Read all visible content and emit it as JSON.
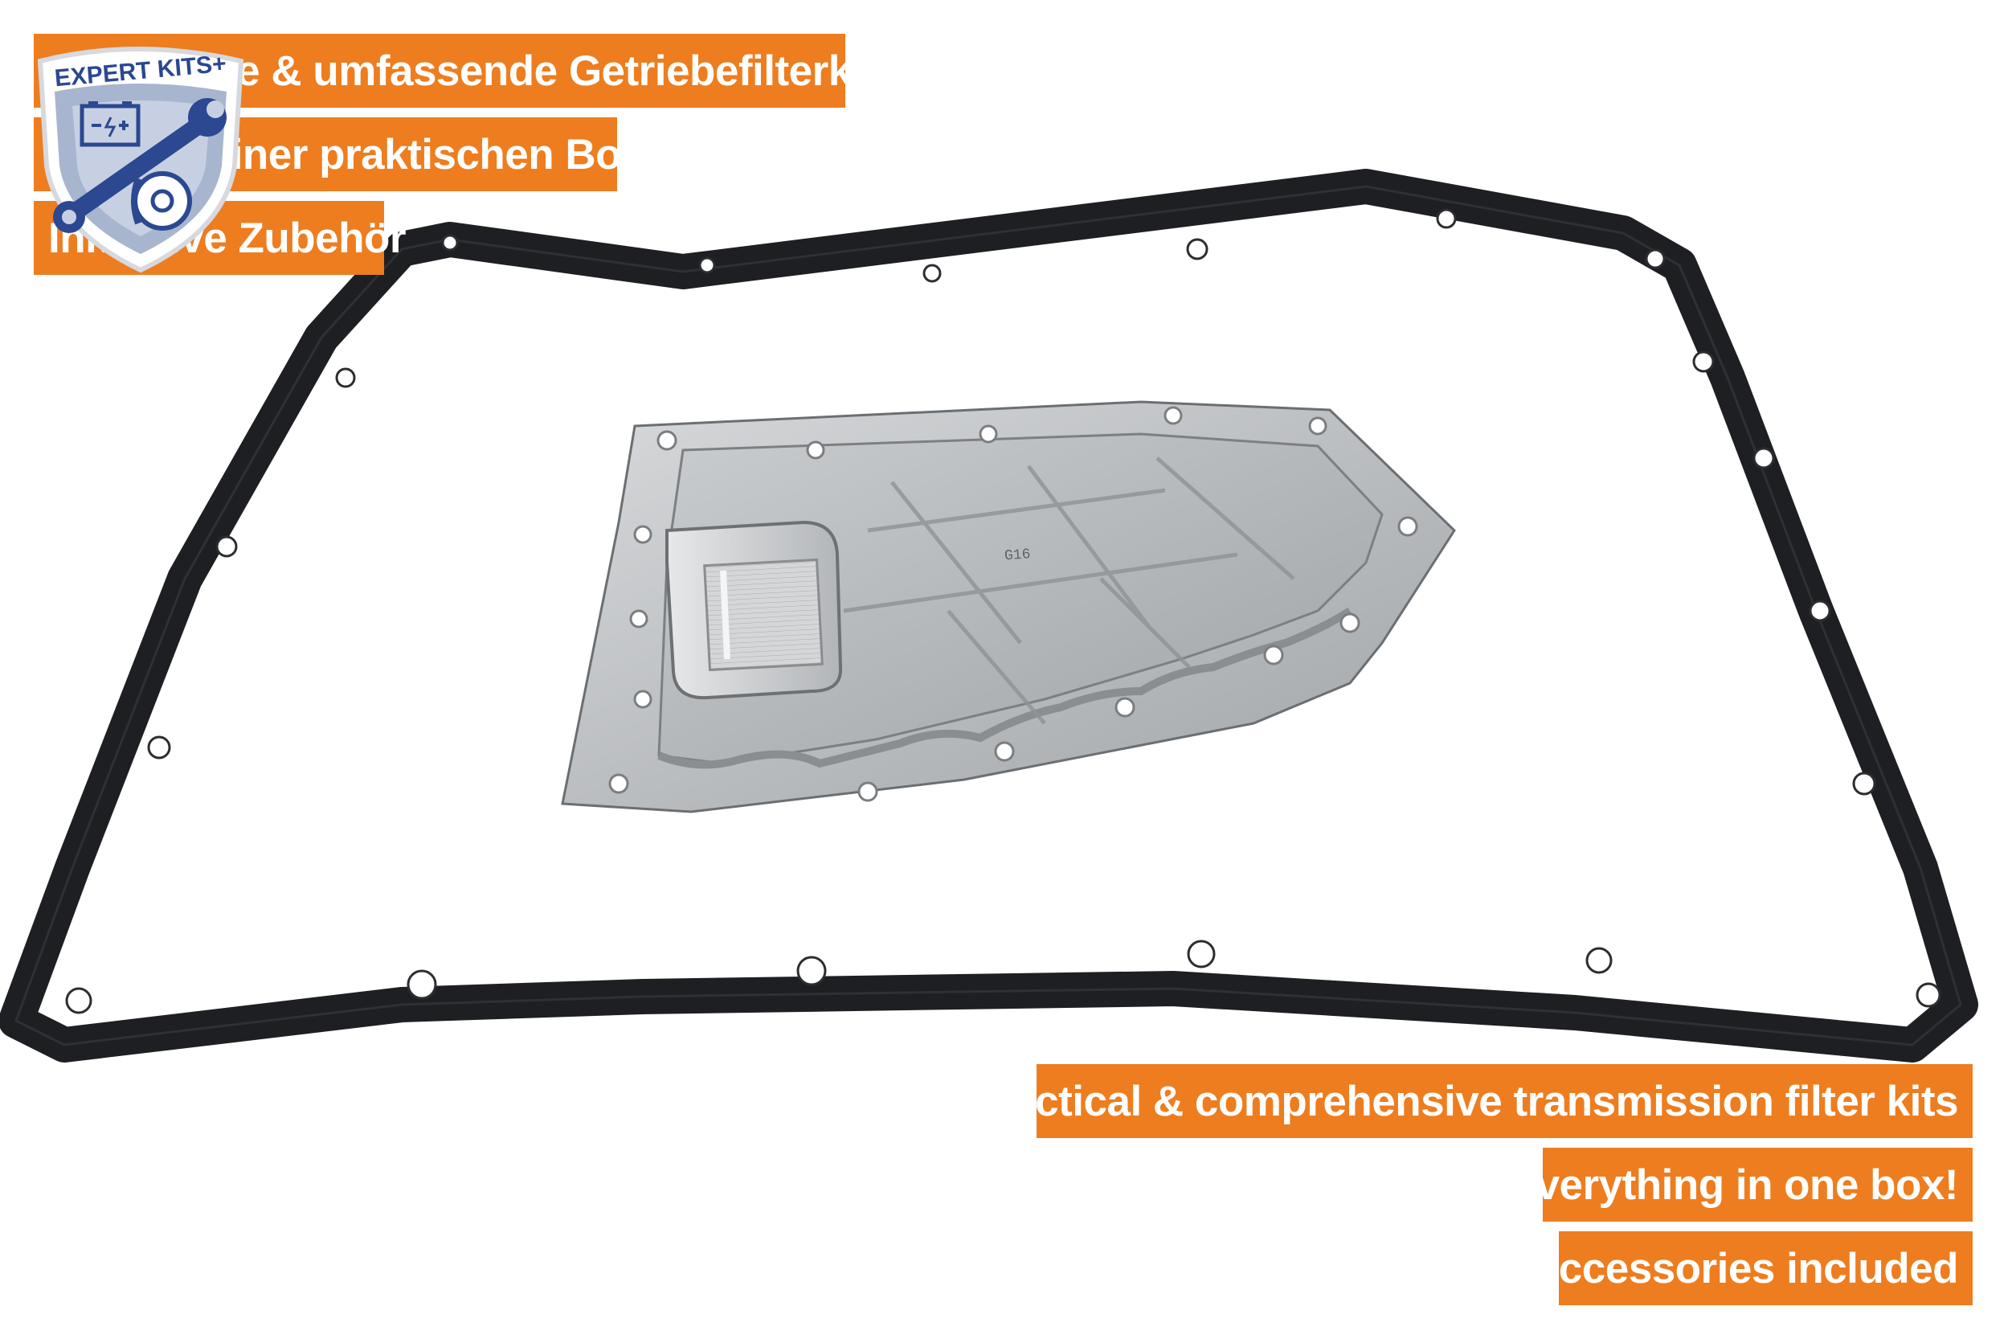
{
  "page": {
    "background": "#ffffff",
    "accent_color": "#ee7d1f"
  },
  "badge": {
    "title": "EXPERT KITS+",
    "icons": [
      "battery-icon",
      "wrench-icon",
      "brake-disc-icon"
    ],
    "shield_color": "#2b4891"
  },
  "labels_de": [
    "Praktische & umfassende Getriebefilterkits",
    "Alles in einer praktischen Box!",
    "Inklusive Zubehör"
  ],
  "labels_en": [
    "Practical & comprehensive transmission filter kits",
    "Everything in one box!",
    "Accessories included"
  ],
  "product": {
    "filter_marking": "G16",
    "gasket_color": "#1e1f22",
    "filter_color": "#b8bbbd"
  }
}
